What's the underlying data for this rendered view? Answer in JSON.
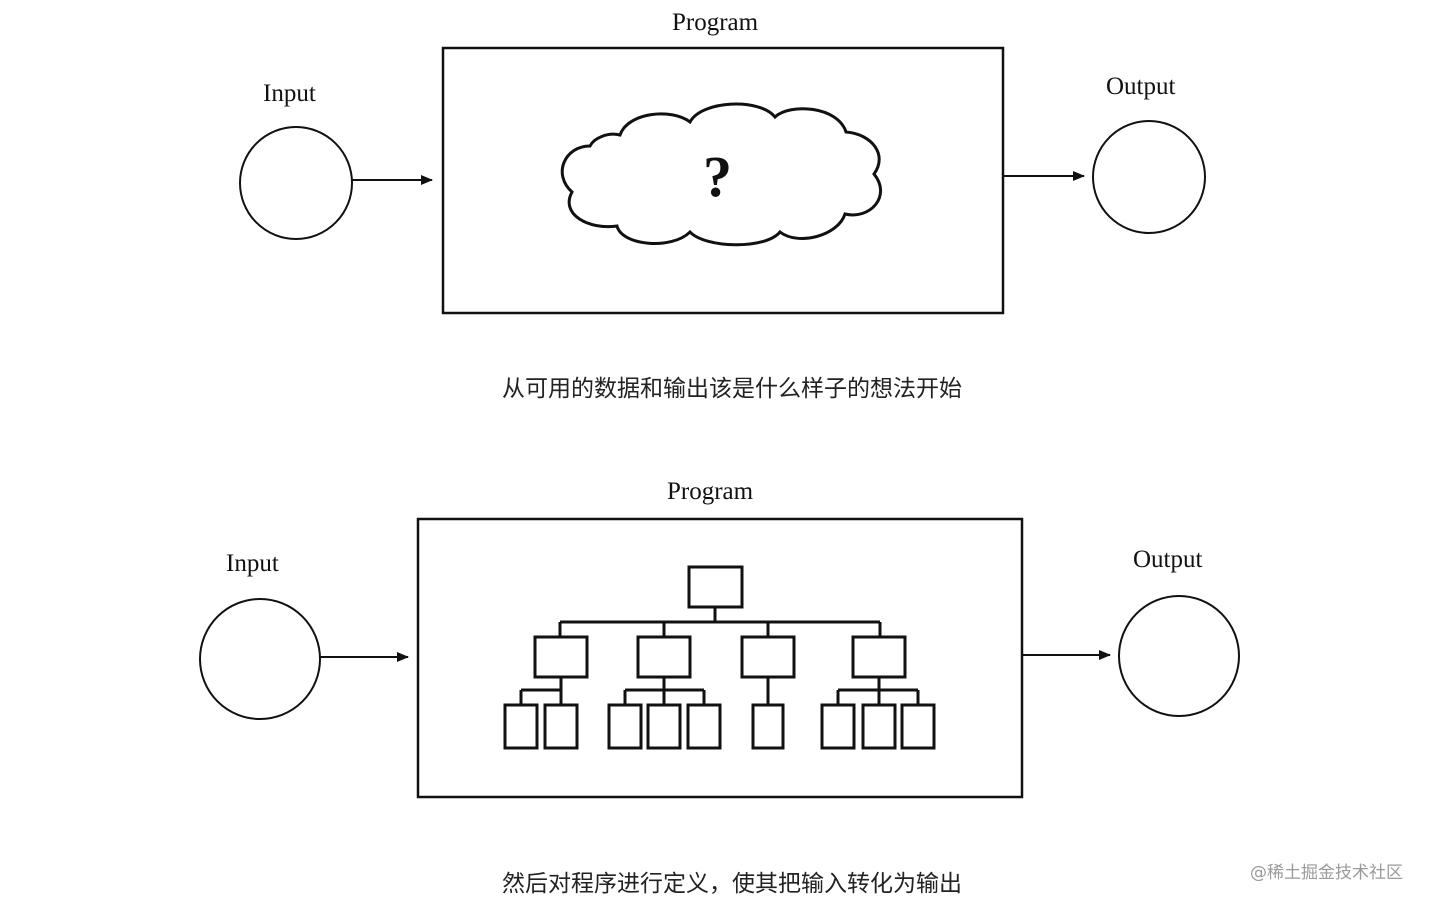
{
  "top_diagram": {
    "program_label": "Program",
    "input_label": "Input",
    "output_label": "Output",
    "cloud_text": "?",
    "caption": "从可用的数据和输出该是什么样子的想法开始"
  },
  "bottom_diagram": {
    "program_label": "Program",
    "input_label": "Input",
    "output_label": "Output",
    "caption": "然后对程序进行定义，使其把输入转化为输出"
  },
  "watermark": "@稀土掘金技术社区",
  "colors": {
    "ink": "#111111",
    "caption": "#222222",
    "watermark": "#9a9a9a",
    "background": "#ffffff"
  }
}
